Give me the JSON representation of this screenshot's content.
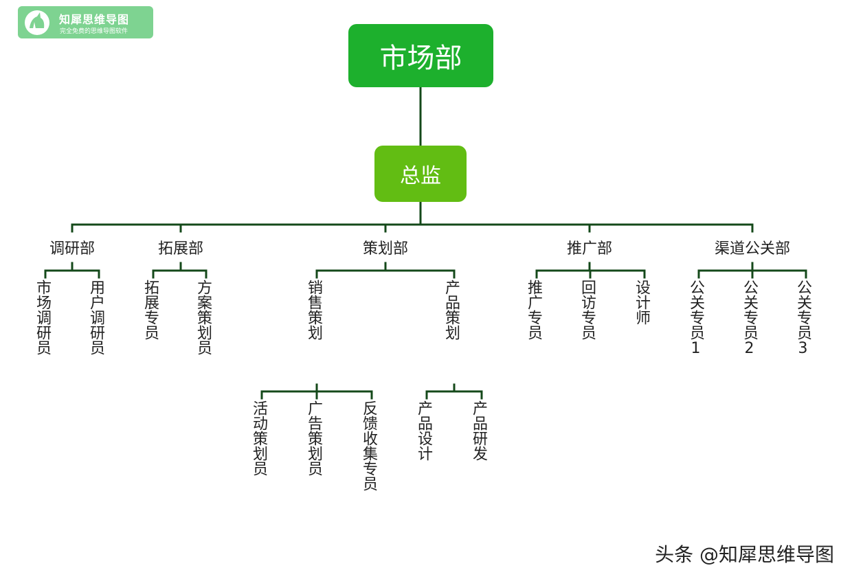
{
  "logo": {
    "name": "知犀思维导图",
    "tagline": "完全免费的思维导图软件"
  },
  "root": {
    "label": "市场部"
  },
  "director": {
    "label": "总监"
  },
  "departments": [
    {
      "label": "调研部",
      "children": [
        "市场调研员",
        "用户调研员"
      ]
    },
    {
      "label": "拓展部",
      "children": [
        "拓展专员",
        "方案策划员"
      ]
    },
    {
      "label": "策划部",
      "children": [
        {
          "label": "销售策划",
          "children": [
            "活动策划员",
            "广告策划员",
            "反馈收集专员"
          ]
        },
        {
          "label": "产品策划",
          "children": [
            "产品设计",
            "产品研发"
          ]
        }
      ]
    },
    {
      "label": "推广部",
      "children": [
        "推广专员",
        "回访专员",
        "设计师"
      ]
    },
    {
      "label": "渠道公关部",
      "children": [
        "公关专员1",
        "公关专员2",
        "公关专员3"
      ]
    }
  ],
  "watermark": "头条 @知犀思维导图",
  "colors": {
    "root": "#1db02d",
    "director": "#62bd13",
    "line": "#14491a",
    "logo": "#7ed391"
  }
}
